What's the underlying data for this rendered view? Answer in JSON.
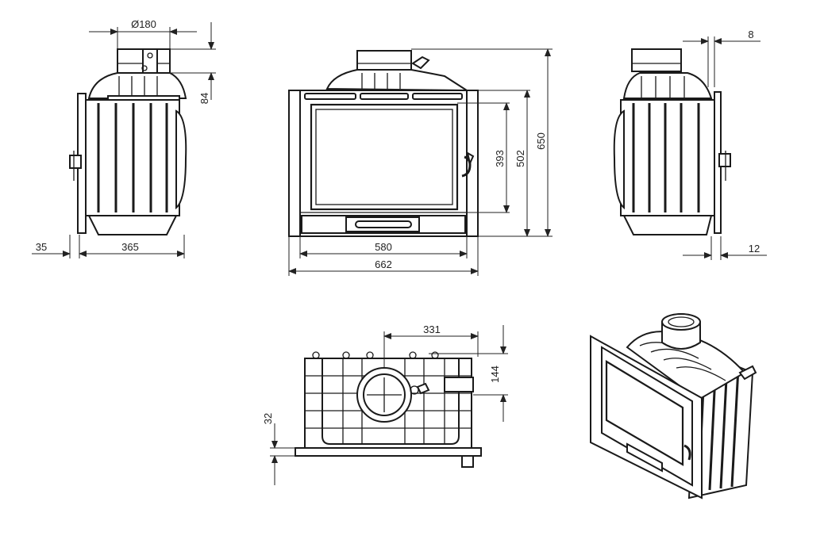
{
  "dimensions": {
    "flue_diameter": "Ø180",
    "flue_height": "84",
    "side_left_offset": "35",
    "side_depth": "365",
    "glass_height": "393",
    "door_height": "502",
    "total_height": "650",
    "glass_width": "580",
    "total_width": "662",
    "right_top_offset": "8",
    "right_bottom_offset": "12",
    "top_flue_offset": "331",
    "top_flue_depth": "144",
    "top_front_offset": "32"
  }
}
